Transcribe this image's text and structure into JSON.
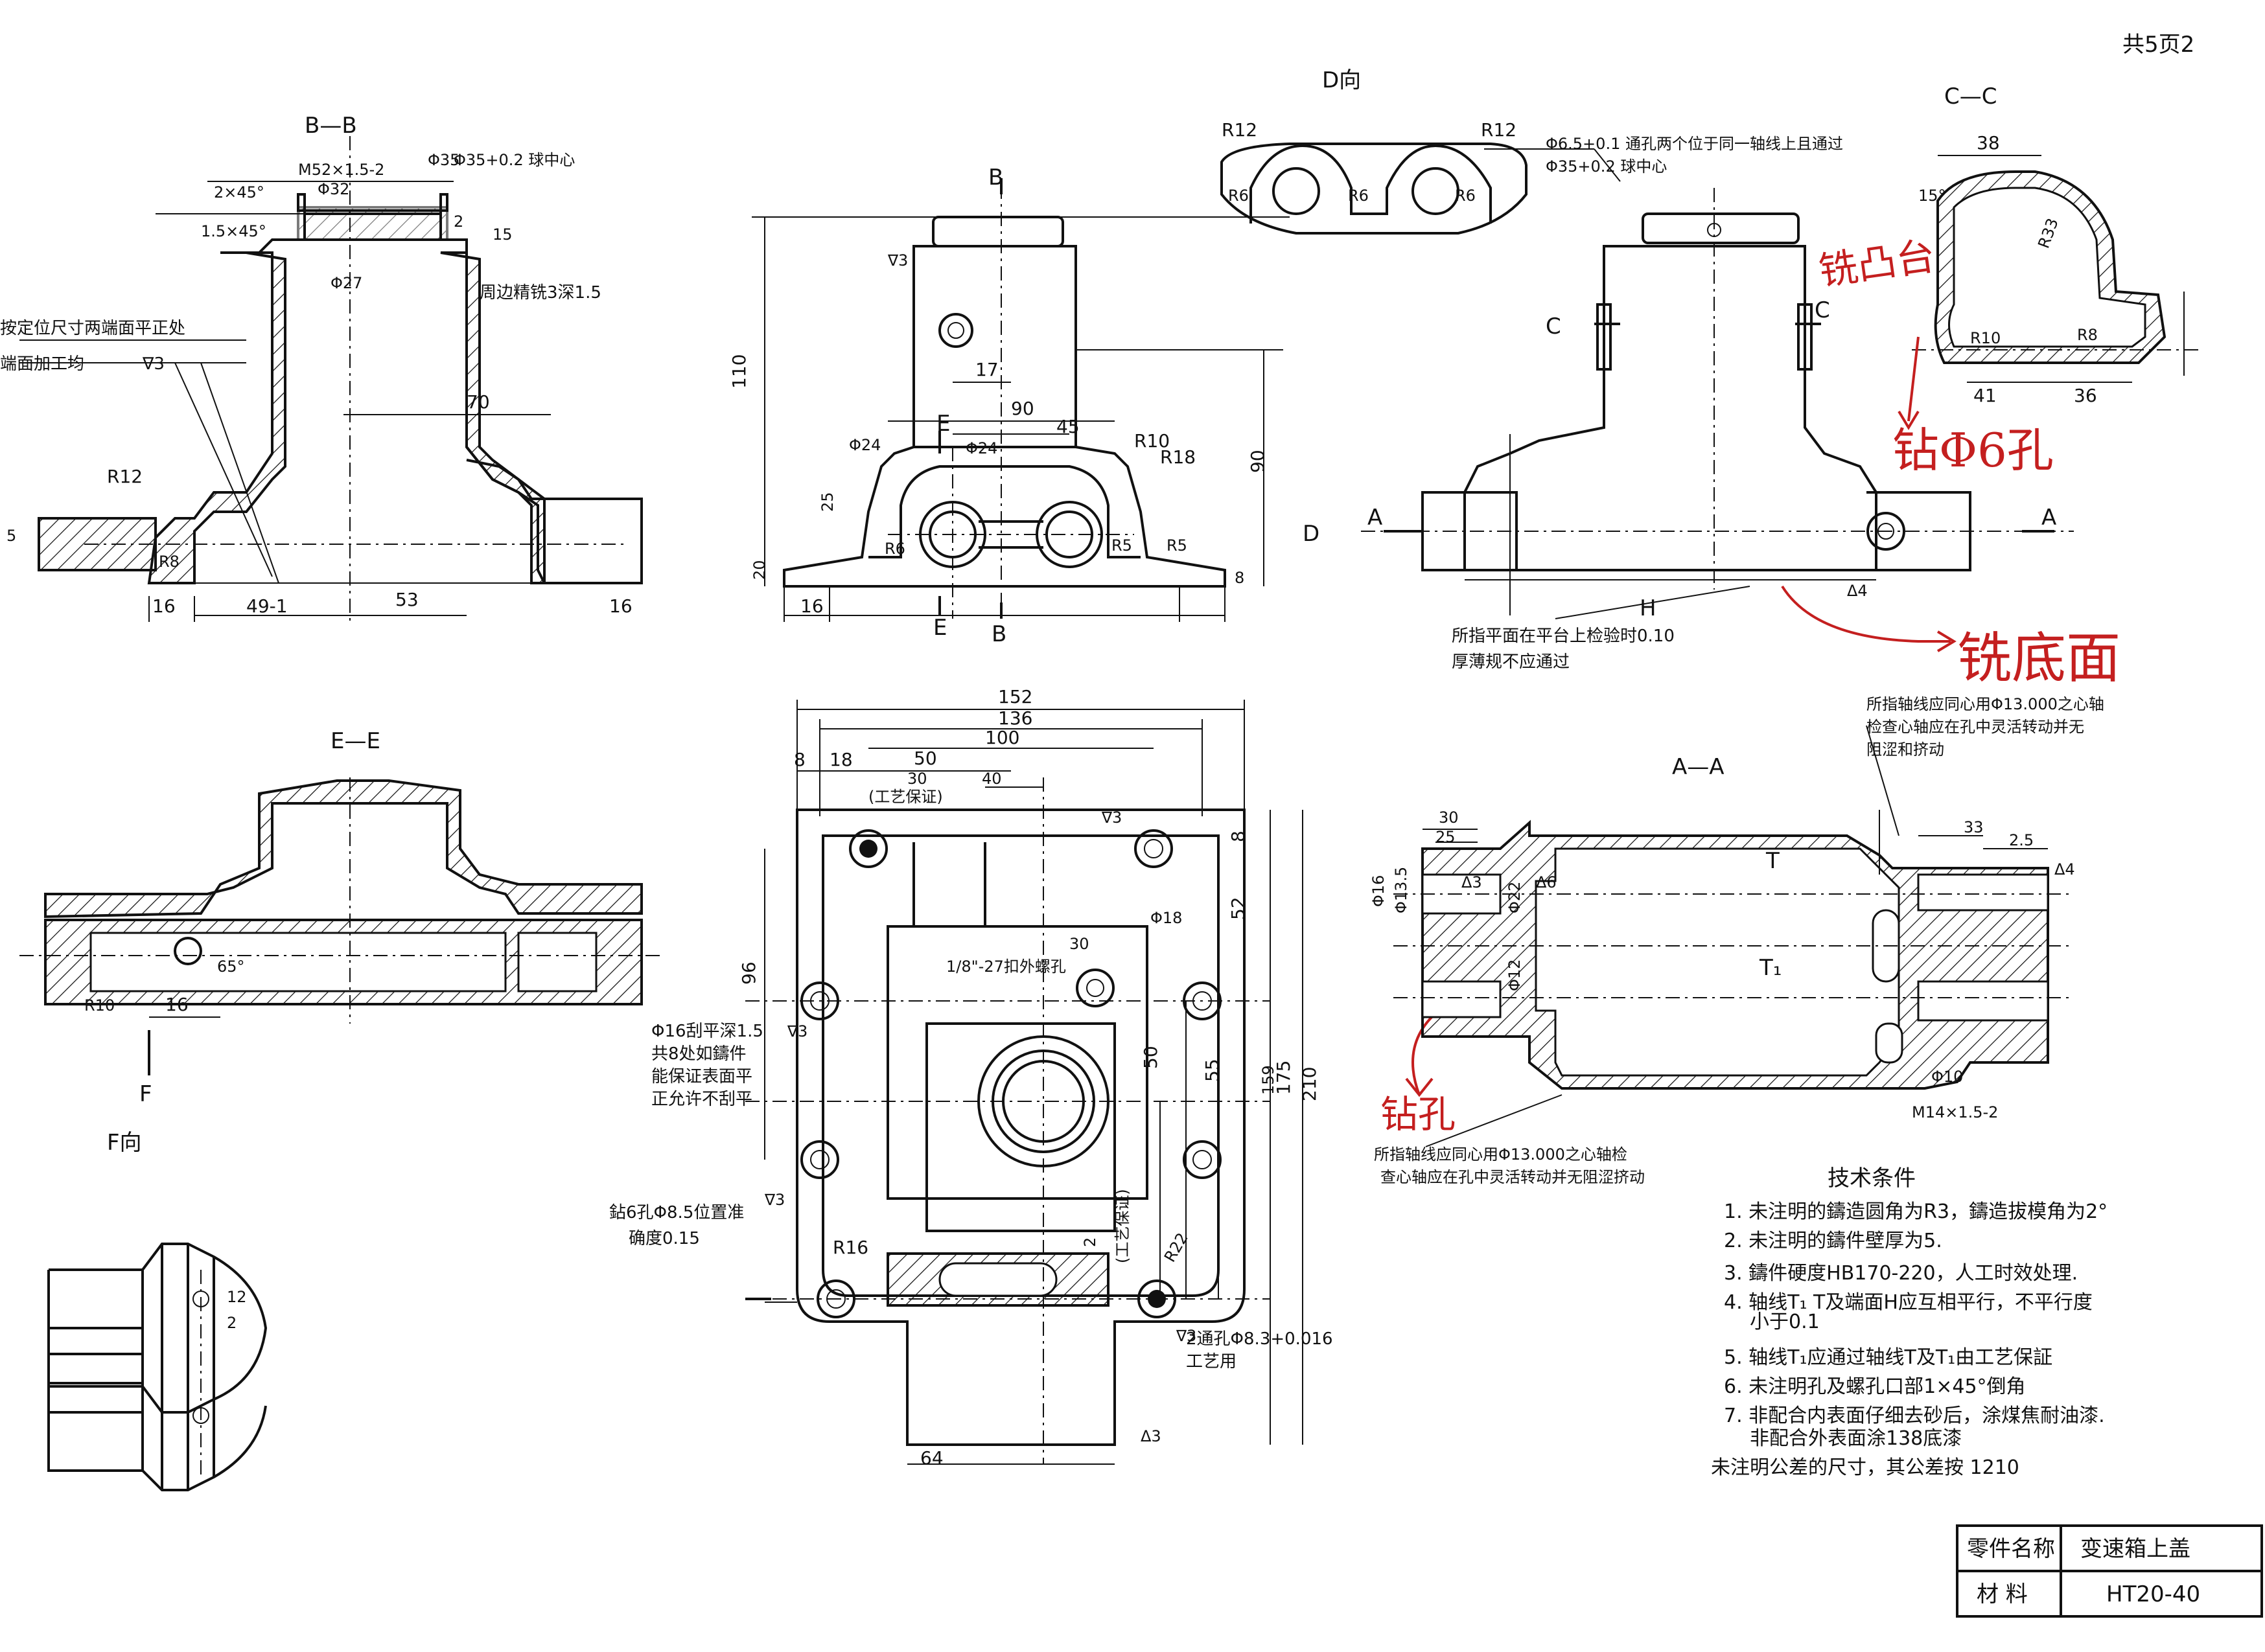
{
  "corner_label": "共5页2",
  "views": {
    "bb": {
      "title": "B—B",
      "dims": [
        "2×45°",
        "1.5×45°",
        "M52×1.5-2",
        "Φ32",
        "Φ35",
        "Φ27",
        "15",
        "2",
        "5",
        "70",
        "R12",
        "R8",
        "16",
        "49-1",
        "53",
        "16"
      ],
      "notes": [
        "按定位尺寸两端面平正处",
        "端面加工均",
        "∇3",
        "周边精铣3深1.5",
        "Φ35+0.2 球中心"
      ]
    },
    "front": {
      "dims": [
        "110",
        "17",
        "90",
        "45",
        "Φ24",
        "Φ24",
        "R10",
        "R18",
        "25",
        "20",
        "90",
        "R6",
        "R5",
        "R5",
        "16",
        "8"
      ],
      "section_marks": [
        "B",
        "B",
        "E",
        "E"
      ],
      "roughness": "∇3"
    },
    "d": {
      "title": "D向",
      "dims": [
        "R12",
        "R12",
        "R6",
        "R6",
        "R6"
      ]
    },
    "right": {
      "notes": [
        "Φ6.5+0.1 通孔两个位于同一轴线上且通过",
        "Φ35+0.2 球中心",
        "所指平面在平台上检验时0.10",
        "厚薄规不应通过"
      ],
      "labels": [
        "C",
        "C",
        "D",
        "A",
        "A",
        "H",
        "Δ4"
      ]
    },
    "cc": {
      "title": "C—C",
      "dims": [
        "38",
        "15°",
        "R33",
        "R10",
        "R8",
        "41",
        "36"
      ]
    },
    "ee": {
      "title": "E—E",
      "dims": [
        "65°",
        "R10",
        "16"
      ],
      "marks": [
        "F"
      ]
    },
    "f": {
      "title": "F向",
      "dims": [
        "12",
        "2"
      ]
    },
    "top": {
      "dims": [
        "152",
        "136",
        "100",
        "8",
        "18",
        "50",
        "30",
        "40",
        "96",
        "Φ18",
        "52",
        "8",
        "50",
        "55",
        "159",
        "175",
        "210",
        "R16",
        "R22",
        "64",
        "2",
        "30"
      ],
      "notes": [
        "(工艺保证)",
        "1/8\"-27扣外螺孔",
        "Φ16刮平深1.5",
        "共8处如鑄件",
        "能保证表面平",
        "正允许不刮平",
        "鉆6孔Φ8.5位置准",
        "确度0.15",
        "2通孔Φ8.3+0.016",
        "工艺用",
        "(工艺保证)"
      ],
      "roughness": [
        "∇3",
        "∇3",
        "∇3",
        "∇3",
        "Δ3"
      ]
    },
    "aa": {
      "title": "A—A",
      "dims": [
        "30",
        "25",
        "33",
        "2.5",
        "Φ16",
        "Φ22",
        "Φ13.5",
        "Φ12",
        "Φ10",
        "M14×1.5-2"
      ],
      "labels": [
        "T",
        "T₁",
        "Δ3",
        "Δ6",
        "Δ4"
      ],
      "notes_top": [
        "所指轴线应同心用Φ13.000之心轴",
        "检查心轴应在孔中灵活转动并无",
        "阻涩和挤动"
      ],
      "notes_bottom": [
        "所指轴线应同心用Φ13.000之心轴检",
        "查心轴应在孔中灵活转动并无阻涩挤动"
      ]
    }
  },
  "tech_conditions": {
    "title": "技术条件",
    "items": [
      "1. 未注明的鑄造圆角为R3，鑄造拔模角为2°",
      "2. 未注明的鑄件壁厚为5.",
      "3. 鑄件硬度HB170-220，人工时效处理.",
      "4. 轴线T₁ T及端面H应互相平行，不平行度",
      "小于0.1",
      "5. 轴线T₁应通过轴线T及T₁由工艺保証",
      "6. 未注明孔及螺孔口部1×45°倒角",
      "7. 非配合内表面仔细去砂后，涂煤焦耐油漆.",
      "非配合外表面涂138底漆",
      "未注明公差的尺寸，其公差按 1210"
    ]
  },
  "title_block": {
    "part_name_label": "零件名称",
    "part_name": "变速箱上盖",
    "material_label": "材 料",
    "material": "HT20-40"
  },
  "annotations_red": {
    "mill_boss": "铣凸台",
    "drill_holes": "钻Φ6孔",
    "mill_bottom": "铣底面",
    "drill_hole": "钻孔"
  },
  "colors": {
    "ink": "#111111",
    "annotation": "#c41f1f",
    "paper": "#ffffff"
  }
}
